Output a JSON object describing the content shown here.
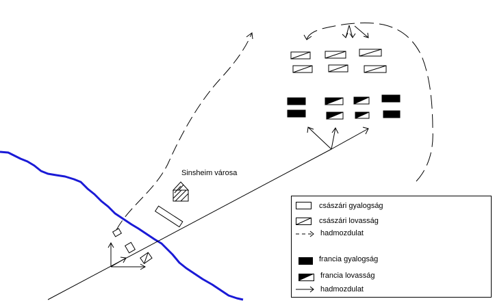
{
  "map": {
    "city_label": "Sinsheim városa"
  },
  "legend": {
    "imperial_infantry": "császári gyalogság",
    "imperial_cavalry": "császári lovasság",
    "imperial_movement": "hadmozdulat",
    "french_infantry": "francia gyalogság",
    "french_cavalry": "francia lovasság",
    "french_movement": "hadmozdulat"
  },
  "colors": {
    "river": "#1a1ad6",
    "ink": "#000000",
    "background": "#ffffff"
  }
}
